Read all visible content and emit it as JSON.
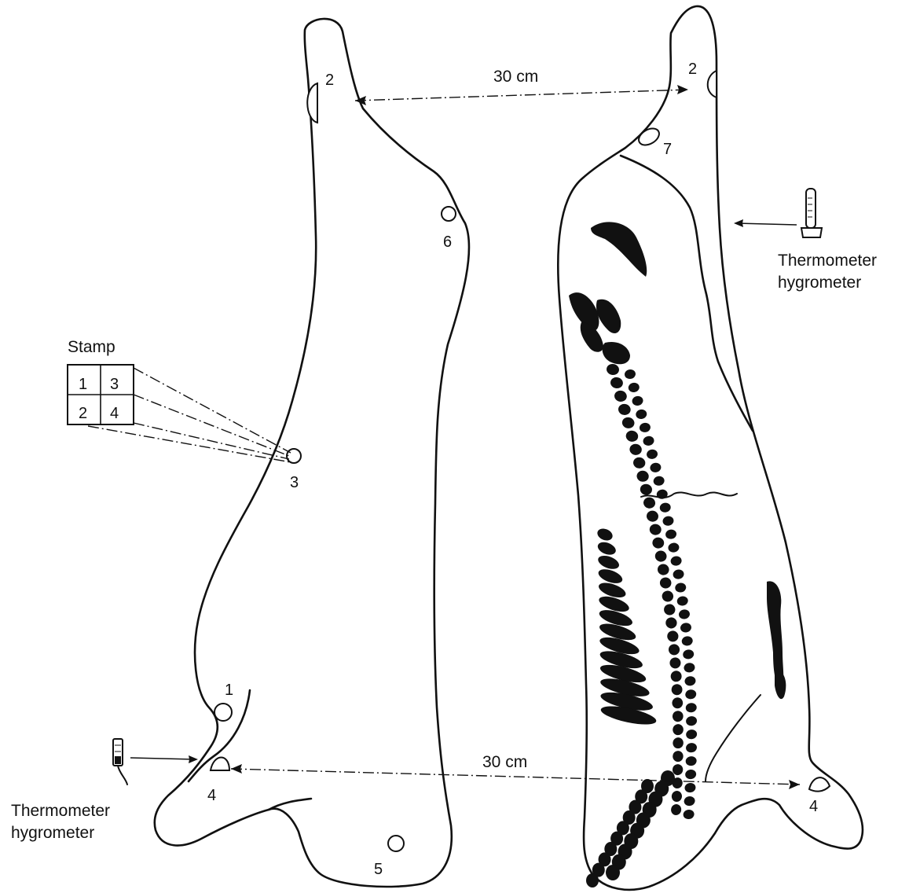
{
  "dimension_top": "30 cm",
  "dimension_bottom": "30 cm",
  "stamp": {
    "title": "Stamp",
    "cells": [
      "1",
      "3",
      "2",
      "4"
    ]
  },
  "sites": {
    "left": [
      "1",
      "2",
      "3",
      "4",
      "5",
      "6"
    ],
    "right": [
      "2",
      "4",
      "7"
    ]
  },
  "instrument_label": {
    "line1": "Thermometer",
    "line2": "hygrometer"
  },
  "colors": {
    "ink": "#111111",
    "background": "#ffffff"
  },
  "icons": [
    "thermometer-hygrometer-icon",
    "probe-icon"
  ]
}
